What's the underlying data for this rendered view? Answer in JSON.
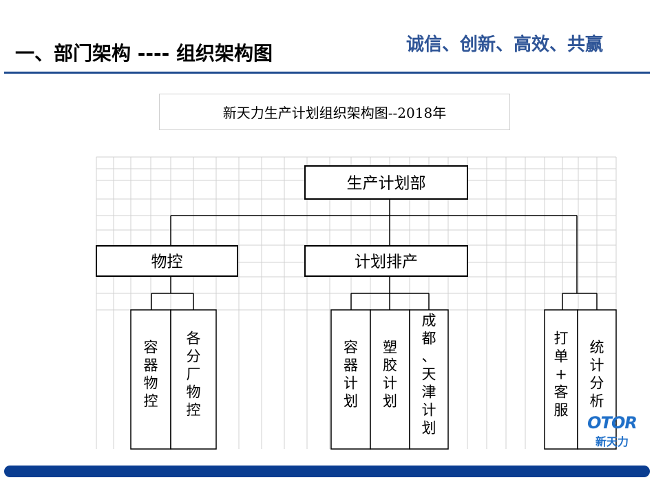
{
  "header": {
    "title": "一、部门架构 ---- 组织架构图",
    "slogan": "诚信、创新、高效、共赢"
  },
  "chart_title": "新天力生产计划组织架构图--2018年",
  "org": {
    "root": "生产计划部",
    "branches": [
      {
        "label": "物控",
        "children": [
          "容器物控",
          "各分厂物控"
        ]
      },
      {
        "label": "计划排产",
        "children": [
          "容器计划",
          "塑胶计划",
          "成都、天津计划"
        ]
      },
      {
        "label": "",
        "children": [
          "打单+客服",
          "统计分析"
        ]
      }
    ]
  },
  "logo": {
    "mark": "OTOR",
    "name": "新天力"
  },
  "colors": {
    "header_rule": "#1e4b8f",
    "slogan": "#2f5597",
    "footer_bar": "#0a3d91",
    "logo": "#1f6fc8",
    "grid": "#d0d0d0"
  }
}
